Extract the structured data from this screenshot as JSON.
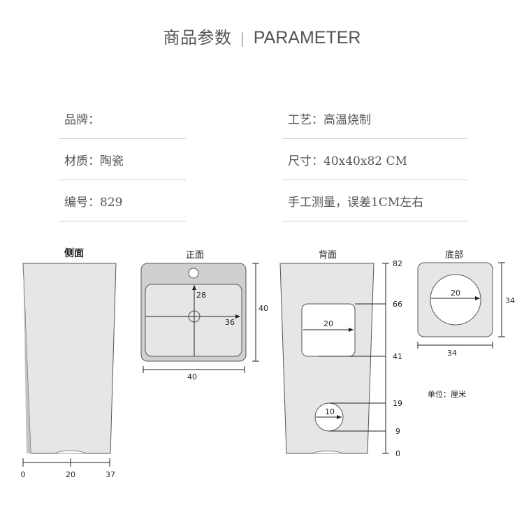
{
  "header": {
    "title_cn": "商品参数",
    "separator": "|",
    "title_en": "PARAMETER"
  },
  "params": {
    "brand": "品牌：",
    "material": "材质：陶瓷",
    "model": "编号：829",
    "process": "工艺：高温烧制",
    "size": "尺寸：40x40x82 CM",
    "note": "手工测量，误差1CM左右"
  },
  "diagrams": {
    "side": {
      "label": "侧面",
      "tick_0": "0",
      "tick_20": "20",
      "tick_37": "37"
    },
    "front": {
      "label": "正面",
      "dim_28": "28",
      "dim_36": "36",
      "dim_40_v": "40",
      "dim_40_h": "40"
    },
    "back": {
      "label": "背面",
      "hole_20": "20",
      "hole_10": "10",
      "ticks": [
        "82",
        "66",
        "41",
        "19",
        "9",
        "0"
      ]
    },
    "bottom": {
      "label": "底部",
      "dim_20": "20",
      "dim_34_v": "34",
      "dim_34_h": "34"
    },
    "unit": "单位：厘米"
  },
  "colors": {
    "body_fill": "#e6e6e6",
    "shade": "#c8c8c8",
    "stroke": "#555555"
  }
}
